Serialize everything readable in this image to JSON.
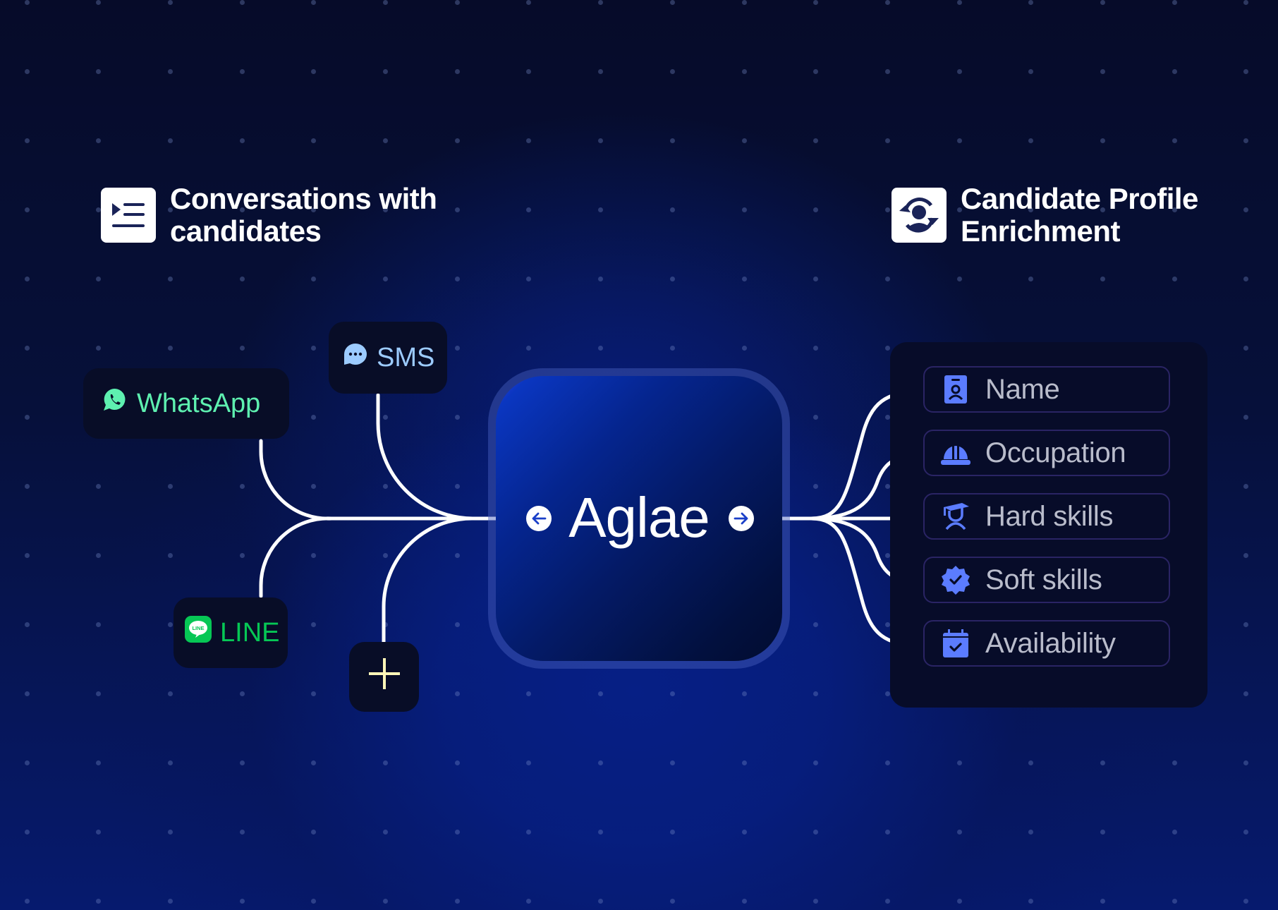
{
  "left_section": {
    "title_line1": "Conversations with",
    "title_line2": "candidates",
    "icon": "indent-list-icon"
  },
  "right_section": {
    "title_line1": "Candidate Profile",
    "title_line2": "Enrichment",
    "icon": "person-sync-icon"
  },
  "channels": [
    {
      "label": "WhatsApp",
      "icon": "whatsapp-icon",
      "color": "#5ef0b0"
    },
    {
      "label": "SMS",
      "icon": "chat-bubble-icon",
      "color": "#9ccbff"
    },
    {
      "label": "LINE",
      "icon": "line-app-icon",
      "color": "#06c755"
    },
    {
      "label": "",
      "icon": "plus-icon",
      "color": "#fff6b8"
    }
  ],
  "center": {
    "title": "Aglae",
    "left_arrow_icon": "arrow-left-icon",
    "right_arrow_icon": "arrow-right-icon"
  },
  "profile_fields": [
    {
      "label": "Name",
      "icon": "id-badge-icon"
    },
    {
      "label": "Occupation",
      "icon": "hard-hat-icon"
    },
    {
      "label": "Hard skills",
      "icon": "graduate-icon"
    },
    {
      "label": "Soft skills",
      "icon": "verified-badge-icon"
    },
    {
      "label": "Availability",
      "icon": "calendar-check-icon"
    }
  ],
  "colors": {
    "background": "#060c2a",
    "accent_blue": "#5b7cff",
    "field_text": "#b9bccb",
    "field_border": "#2a2464",
    "card": "#080d27"
  }
}
